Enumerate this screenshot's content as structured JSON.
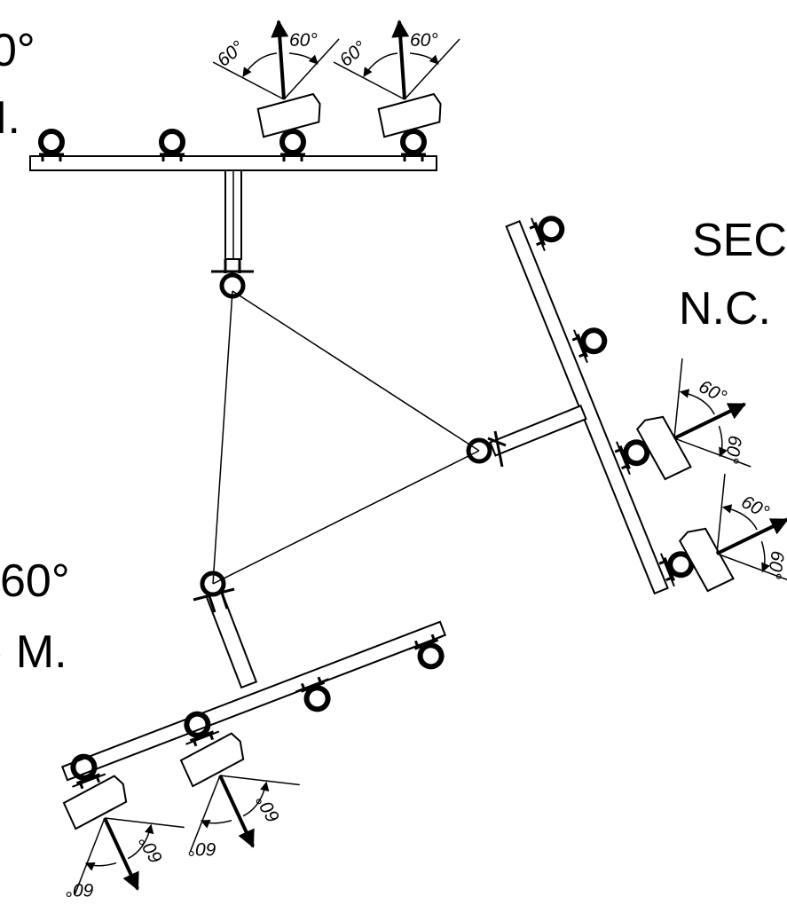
{
  "texts": {
    "top_left_1": "0°",
    "top_left_2": "I.",
    "right_1": "SEC",
    "right_2": "N.C.",
    "left_1": "60°",
    "left_2": ") M."
  },
  "angle_label": "60°"
}
